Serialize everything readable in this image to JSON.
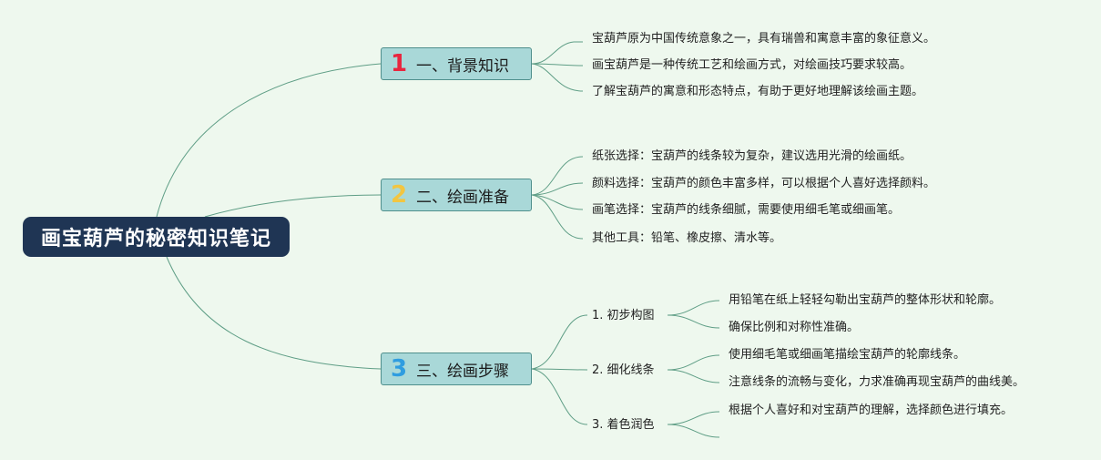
{
  "root": {
    "title": "画宝葫芦的秘密知识笔记"
  },
  "colors": {
    "root_bg": "#1f3554",
    "branch_bg": "#a9d8d8",
    "branch_border": "#4f8f8c",
    "link": "#5f9e86",
    "num1": "#e8263f",
    "num2": "#f2c541",
    "num3": "#2f9de0",
    "background": "#eef8ee"
  },
  "branches": [
    {
      "num": "1",
      "label": "一、背景知识",
      "items": [
        "宝葫芦原为中国传统意象之一，具有瑞兽和寓意丰富的象征意义。",
        "画宝葫芦是一种传统工艺和绘画方式，对绘画技巧要求较高。",
        "了解宝葫芦的寓意和形态特点，有助于更好地理解该绘画主题。"
      ]
    },
    {
      "num": "2",
      "label": "二、绘画准备",
      "items": [
        "纸张选择：宝葫芦的线条较为复杂，建议选用光滑的绘画纸。",
        "颜料选择：宝葫芦的颜色丰富多样，可以根据个人喜好选择颜料。",
        "画笔选择：宝葫芦的线条细腻，需要使用细毛笔或细画笔。",
        "其他工具：铅笔、橡皮擦、清水等。"
      ]
    },
    {
      "num": "3",
      "label": "三、绘画步骤",
      "steps": [
        {
          "label": "1. 初步构图",
          "items": [
            "用铅笔在纸上轻轻勾勒出宝葫芦的整体形状和轮廓。",
            "确保比例和对称性准确。"
          ]
        },
        {
          "label": "2. 细化线条",
          "items": [
            "使用细毛笔或细画笔描绘宝葫芦的轮廓线条。",
            "注意线条的流畅与变化，力求准确再现宝葫芦的曲线美。"
          ]
        },
        {
          "label": "3. 着色润色",
          "items": [
            "根据个人喜好和对宝葫芦的理解，选择颜色进行填充。"
          ]
        }
      ]
    }
  ]
}
